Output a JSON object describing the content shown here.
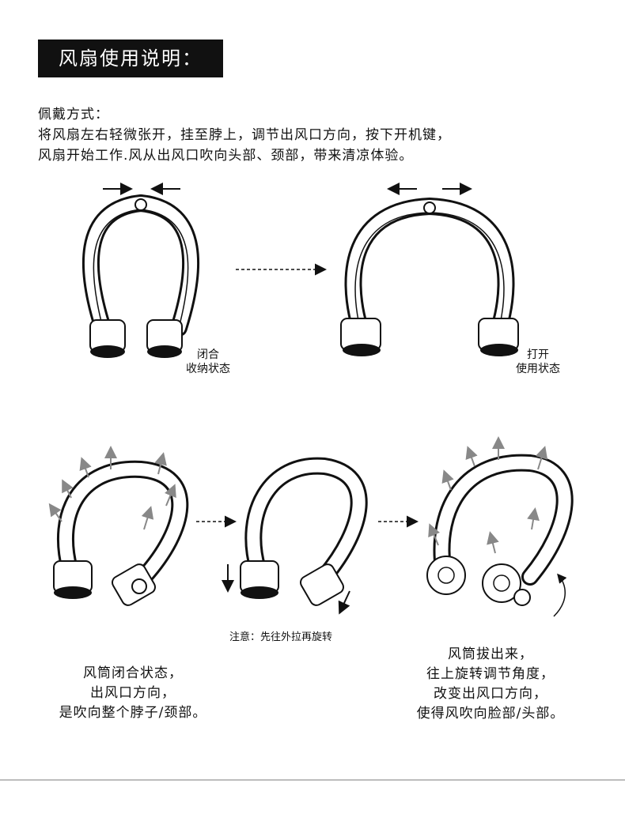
{
  "title": "风扇使用说明：",
  "wearing": {
    "heading": "佩戴方式：",
    "line1": "将风扇左右轻微张开，挂至脖上，调节出风口方向，按下开机键，",
    "line2": "风扇开始工作.风从出风口吹向头部、颈部，带来清凉体验。"
  },
  "fig_closed": {
    "line1": "闭合",
    "line2": "收纳状态"
  },
  "fig_open": {
    "line1": "打开",
    "line2": "使用状态"
  },
  "note": "注意：先往外拉再旋转",
  "caption_left": {
    "line1": "风筒闭合状态，",
    "line2": "出风口方向，",
    "line3": "是吹向整个脖子/颈部。"
  },
  "caption_right": {
    "line1": "风筒拔出来，",
    "line2": "往上旋转调节角度，",
    "line3": "改变出风口方向，",
    "line4": "使得风吹向脸部/头部。"
  }
}
